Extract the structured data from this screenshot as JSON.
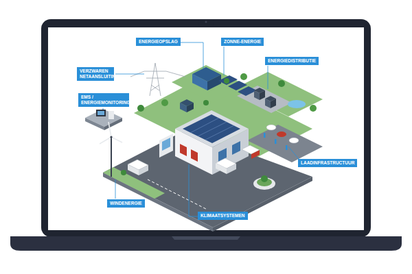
{
  "diagram": {
    "nodes": [
      {
        "text": [
          "ENERGIEOPSLAG"
        ]
      },
      {
        "text": [
          "ZONNE-ENERGIE"
        ]
      },
      {
        "text": [
          "ENERGIEDISTRIBUTIE"
        ]
      },
      {
        "text": [
          "VERZWAREN NETAANSLUITING"
        ]
      },
      {
        "text": [
          "EMS / ENERGIEMONITORING"
        ]
      },
      {
        "text": [
          "LAADINFRASTRUCTUUR"
        ]
      },
      {
        "text": [
          "WINDENERGIE"
        ]
      },
      {
        "text": [
          "KLIMAATSYSTEMEN"
        ]
      }
    ]
  }
}
